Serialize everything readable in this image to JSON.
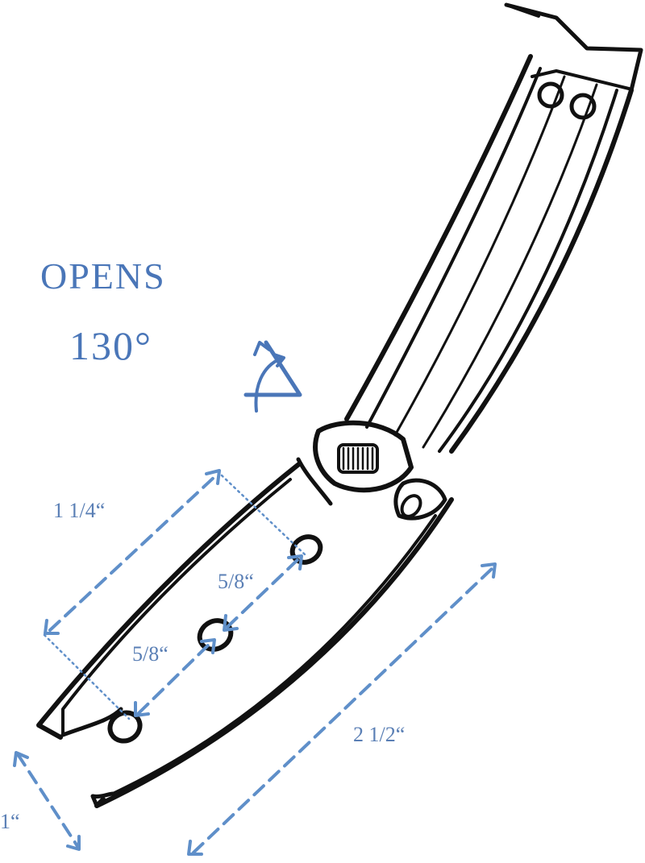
{
  "headline": {
    "line1": "OPENS",
    "line2": "130°"
  },
  "dimensions": {
    "handle_width": "1 1/4“",
    "hole_spacing_top": "5/8“",
    "hole_spacing_bottom": "5/8“",
    "blade_length": "2 1/2“",
    "tip_width": "1“"
  },
  "colors": {
    "accent": "#4a76b8",
    "ink": "#111111",
    "dimension_line": "#5f8fc9"
  },
  "icons": [
    "angle-icon"
  ]
}
